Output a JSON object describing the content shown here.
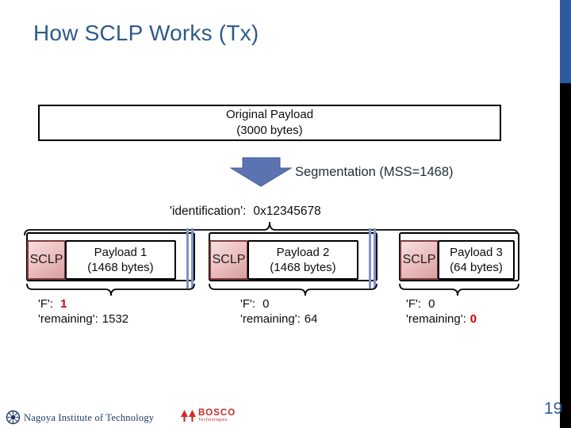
{
  "slide": {
    "title": "How SCLP Works (Tx)",
    "page_number": "19"
  },
  "original_payload": {
    "line1": "Original Payload",
    "line2": "(3000 bytes)"
  },
  "segmentation_label": "Segmentation (MSS=1468)",
  "identification": {
    "key": "'identification':",
    "value": "0x12345678"
  },
  "packets": [
    {
      "header": "SCLP",
      "payload_line1": "Payload 1",
      "payload_line2": "(1468 bytes)",
      "f_key": "'F':",
      "f_value": "1",
      "f_red": true,
      "remaining_key": "'remaining':",
      "remaining_value": "1532",
      "remaining_red": false,
      "truncated": true
    },
    {
      "header": "SCLP",
      "payload_line1": "Payload 2",
      "payload_line2": "(1468 bytes)",
      "f_key": "'F':",
      "f_value": "0",
      "f_red": false,
      "remaining_key": "'remaining':",
      "remaining_value": "64",
      "remaining_red": false,
      "truncated": true
    },
    {
      "header": "SCLP",
      "payload_line1": "Payload 3",
      "payload_line2": "(64 bytes)",
      "f_key": "'F':",
      "f_value": "0",
      "f_red": false,
      "remaining_key": "'remaining':",
      "remaining_value": "0",
      "remaining_red": true,
      "truncated": false
    }
  ],
  "footer": {
    "university": "Nagoya Institute of Technology",
    "company": "BOSCO",
    "company_sub": "Technologies"
  },
  "icons": {
    "down_arrow": "down-block-arrow",
    "break_mark": "double-line-break",
    "nagoya_logo": "university-emblem",
    "bosco_logo": "twin-red-trees"
  },
  "colors": {
    "title_blue": "#2e5a8c",
    "accent_bar_blue": "#2e5b9b",
    "accent_bar_black": "#000000",
    "arrow_blue": "#5c73b1",
    "break_blue": "#8193c5",
    "sclp_fill": "#eec2c2",
    "sclp_border": "#7d3c3c",
    "value_red": "#cc0000",
    "footer_navy": "#1f3864",
    "bosco_red": "#c92a2a"
  }
}
